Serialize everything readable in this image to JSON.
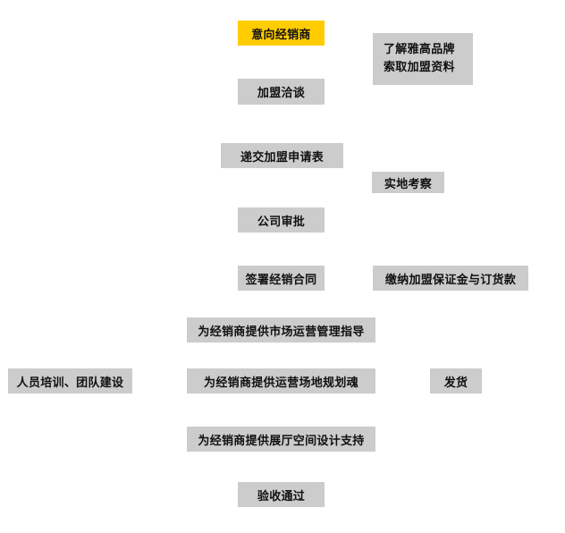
{
  "colors": {
    "box_default": "#cccccc",
    "box_highlight": "#ffcc00",
    "text": "#111111",
    "background": "#ffffff"
  },
  "steps": {
    "prospective_dealer": "意向经销商",
    "franchise_talk": "加盟洽谈",
    "submit_application": "递交加盟申请表",
    "company_approval": "公司审批",
    "sign_contract": "签署经销合同",
    "market_guidance": "为经销商提供市场运营管理指导",
    "store_planning": "为经销商提供运营场地规划魂",
    "showroom_design": "为经销商提供展厅空间设计支持",
    "acceptance": "验收通过"
  },
  "side_notes": {
    "learn_brand": {
      "line1": "了解雅高品牌",
      "line2": "索取加盟资料"
    },
    "site_inspection": "实地考察",
    "pay_deposit": "缴纳加盟保证金与订货款",
    "training": "人员培训、团队建设",
    "delivery": "发货"
  }
}
